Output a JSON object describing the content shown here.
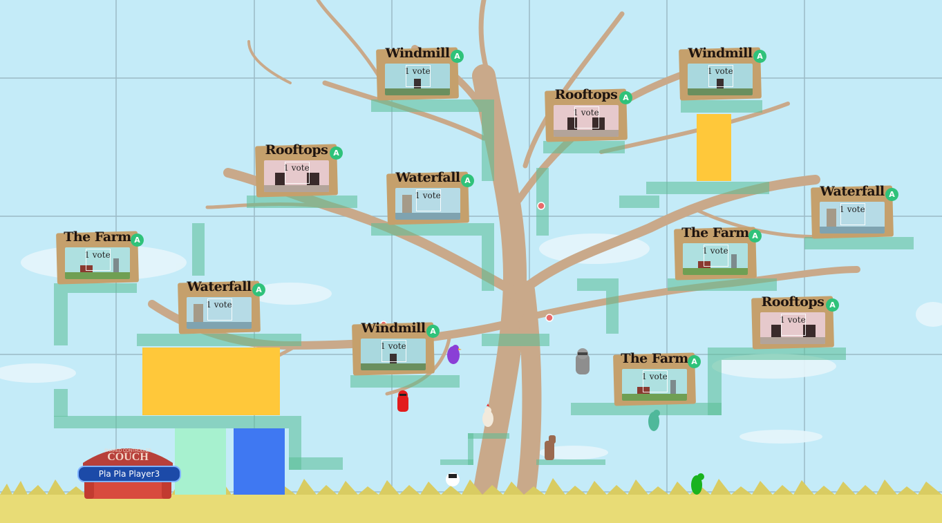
{
  "scene": {
    "colors": {
      "sky": "#c4ebf8",
      "trunk": "#c9a98a",
      "grass": "#e9e07a",
      "platform": "#6fc3a3",
      "yellow_block": "#ffc83a",
      "blue_block": "#3f78f2",
      "mint_block": "#a7f1cf",
      "vote_button": "#2fc27a"
    },
    "level_cards": [
      {
        "id": "windmill-1",
        "title": "Windmill",
        "votes": "1 vote",
        "theme": "windmill"
      },
      {
        "id": "windmill-2",
        "title": "Windmill",
        "votes": "1 vote",
        "theme": "windmill"
      },
      {
        "id": "rooftops-1",
        "title": "Rooftops",
        "votes": "1 vote",
        "theme": "rooftops"
      },
      {
        "id": "rooftops-2",
        "title": "Rooftops",
        "votes": "1 vote",
        "theme": "rooftops"
      },
      {
        "id": "waterfall-1",
        "title": "Waterfall",
        "votes": "1 vote",
        "theme": "waterfall"
      },
      {
        "id": "waterfall-2",
        "title": "Waterfall",
        "votes": "1 vote",
        "theme": "waterfall"
      },
      {
        "id": "the-farm-1",
        "title": "The Farm",
        "votes": "1 vote",
        "theme": "farm"
      },
      {
        "id": "waterfall-3",
        "title": "Waterfall",
        "votes": "1 vote",
        "theme": "waterfall"
      },
      {
        "id": "the-farm-2",
        "title": "The Farm",
        "votes": "1 vote",
        "theme": "farm"
      },
      {
        "id": "windmill-3",
        "title": "Windmill",
        "votes": "1 vote",
        "theme": "windmill"
      },
      {
        "id": "rooftops-3",
        "title": "Rooftops",
        "votes": "1 vote",
        "theme": "rooftops"
      },
      {
        "id": "the-farm-3",
        "title": "The Farm",
        "votes": "1 vote",
        "theme": "farm"
      }
    ],
    "vote_button_glyph": "A",
    "couch": {
      "arch_line1": "SHARED CONTROLLER",
      "arch_line2": "COUCH",
      "player_tag": "Pla Pla Player3"
    },
    "characters": [
      {
        "name": "purple-chicken",
        "color": "#8a3fd6"
      },
      {
        "name": "red-raccoon",
        "color": "#e21c1c"
      },
      {
        "name": "grey-raccoon",
        "color": "#8e8e8e"
      },
      {
        "name": "white-chicken",
        "color": "#f2eadc"
      },
      {
        "name": "brown-horse",
        "color": "#9a6a50"
      },
      {
        "name": "teal-lizard",
        "color": "#4fb89a"
      },
      {
        "name": "green-lizard",
        "color": "#19b31f"
      },
      {
        "name": "sheep",
        "color": "#ffffff"
      }
    ]
  }
}
